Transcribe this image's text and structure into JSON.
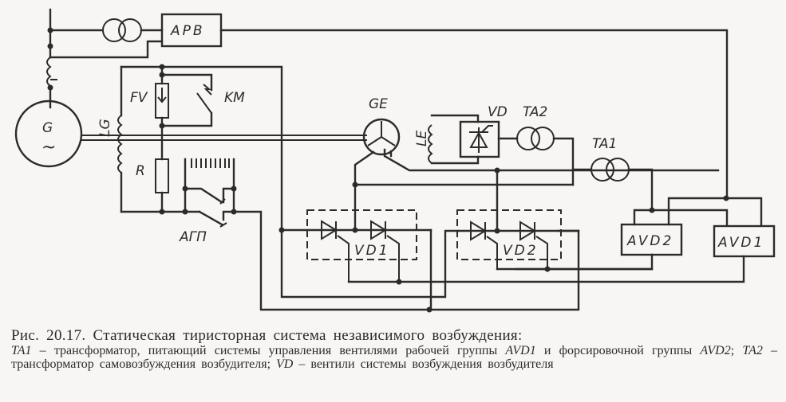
{
  "figure": {
    "labels": {
      "apb": "АРВ",
      "generator": "G",
      "generator_symbol": "~",
      "lg": "LG",
      "fv": "FV",
      "km": "KM",
      "r": "R",
      "agp": "АГП",
      "ge": "GE",
      "le": "LE",
      "vd": "VD",
      "ta2": "TA2",
      "ta1": "TA1",
      "vd1": "VD1",
      "vd2": "VD2",
      "avd2": "AVD2",
      "avd1": "AVD1"
    }
  },
  "caption": {
    "title": "Рис. 20.17. Статическая тиристорная система независимого возбуждения:",
    "parts": [
      {
        "text": "TA1",
        "italic": true
      },
      {
        "text": " – трансформатор, питающий системы управления вентилями рабочей группы ",
        "italic": false
      },
      {
        "text": "AVD1",
        "italic": true
      },
      {
        "text": " и форсировочной группы ",
        "italic": false
      },
      {
        "text": "AVD2",
        "italic": true
      },
      {
        "text": "; ",
        "italic": false
      },
      {
        "text": "TA2",
        "italic": true
      },
      {
        "text": " – трансформатор самовозбуждения возбудителя; ",
        "italic": false
      },
      {
        "text": "VD",
        "italic": true
      },
      {
        "text": " – вентили системы возбуждения возбудителя",
        "italic": false
      }
    ]
  }
}
